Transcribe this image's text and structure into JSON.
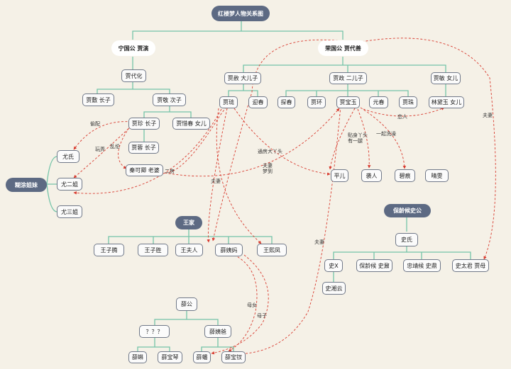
{
  "title": "红楼梦人物关系图",
  "roots": {
    "ningguo": "宁国公 贾演",
    "rongguo": "荣国公 贾代善",
    "hutu": "糊涂姐妹",
    "wangjia": "王家",
    "baoling": "保龄候史公"
  },
  "people": {
    "jia_daihua": "贾代化",
    "jia_fu": "贾敷 长子",
    "jia_jing": "贾敬 次子",
    "jia_zhen": "贾珍 长子",
    "jia_xichun": "贾惜春 女儿",
    "jia_rong": "贾蓉 长子",
    "qin_keqing": "秦可卿 老婆",
    "you_shi": "尤氏",
    "you_erjie": "尤二姐",
    "you_sanjie": "尤三姐",
    "jia_she": "贾赦 大儿子",
    "jia_zheng": "贾政 二儿子",
    "jia_min": "贾敏 女儿",
    "jia_lian": "贾琏",
    "ying_chun": "迎春",
    "tan_chun": "探春",
    "jia_huan": "贾环",
    "jia_baoyu": "贾宝玉",
    "yuan_chun": "元春",
    "jia_zhu": "贾珠",
    "lin_daiyu": "林黛玉 女儿",
    "ping_er": "平儿",
    "xi_ren": "袭人",
    "bi_hen": "碧痕",
    "qing_wen": "晴雯",
    "wang_ziteng": "王子腾",
    "wang_zisheng": "王子胜",
    "wang_furen": "王夫人",
    "xue_yima": "薛姨妈",
    "wang_xifeng": "王熙凤",
    "xue_gong": "薛公",
    "unknown": "？？？",
    "xue_yiye": "薛姨爸",
    "xue_ke": "薛蝌",
    "xue_baoqin": "薛宝琴",
    "xue_pan": "薛蟠",
    "xue_baochai": "薛宝钗",
    "shi_shi": "史氏",
    "shi_x": "史X",
    "baoling_shinai": "保龄候 史鼐",
    "zhongjing_shiding": "忠靖候 史鼎",
    "shi_taijun": "史太君 贾母",
    "shi_xiangyun": "史湘云"
  },
  "relations": {
    "touqiang": "偷配",
    "wannong": "玩弄",
    "luanlun": "乱伦",
    "erfang": "二房",
    "tongfang": "通房大丫头",
    "fuqi_meng": "夫妻\n梦到",
    "fuqi": "夫妻",
    "tieshen": "贴身丫头\n有一腿",
    "yiqi": "一起洗澡",
    "lianren": "恋人",
    "munv": "母女",
    "muzi": "母子"
  },
  "colors": {
    "tree": "#74c4a8",
    "dashed": "#d83a2e",
    "border": "#707888",
    "dark_node": "#5d6a83",
    "bg": "#f5f1e7"
  }
}
